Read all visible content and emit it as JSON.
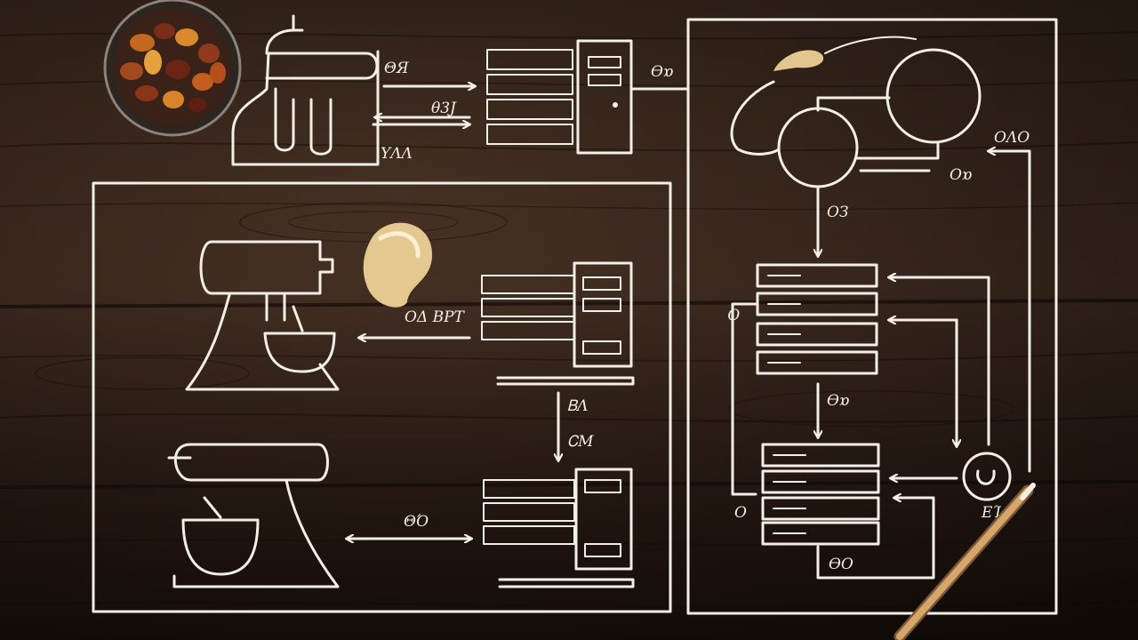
{
  "colors": {
    "wood_dark": "#23160f",
    "wood_mid": "#4a3326",
    "chalk": "#f4efe6",
    "dough": "#e7cf9a",
    "pencil": "#c99a62",
    "fruit": "#b8561c"
  },
  "labels": {
    "top_a": "ΘЯ",
    "top_b": "θ3J",
    "top_c": "ΥΛΛ",
    "top_d": "ϴɒ",
    "mid_a": "ΟΔ ΒΡΤ",
    "mid_b": "ᏴΛ",
    "mid_c": "ᏟМ",
    "mid_d": "ΘΌ",
    "right_a": "ΟЗ",
    "right_b": "Οɒ",
    "right_c": "ϴɒ",
    "right_d": "ϴΟ",
    "right_e": "ΟΛΟ",
    "right_f": "Ϙ",
    "right_g": "Ο",
    "right_h": "ΕΊ"
  }
}
